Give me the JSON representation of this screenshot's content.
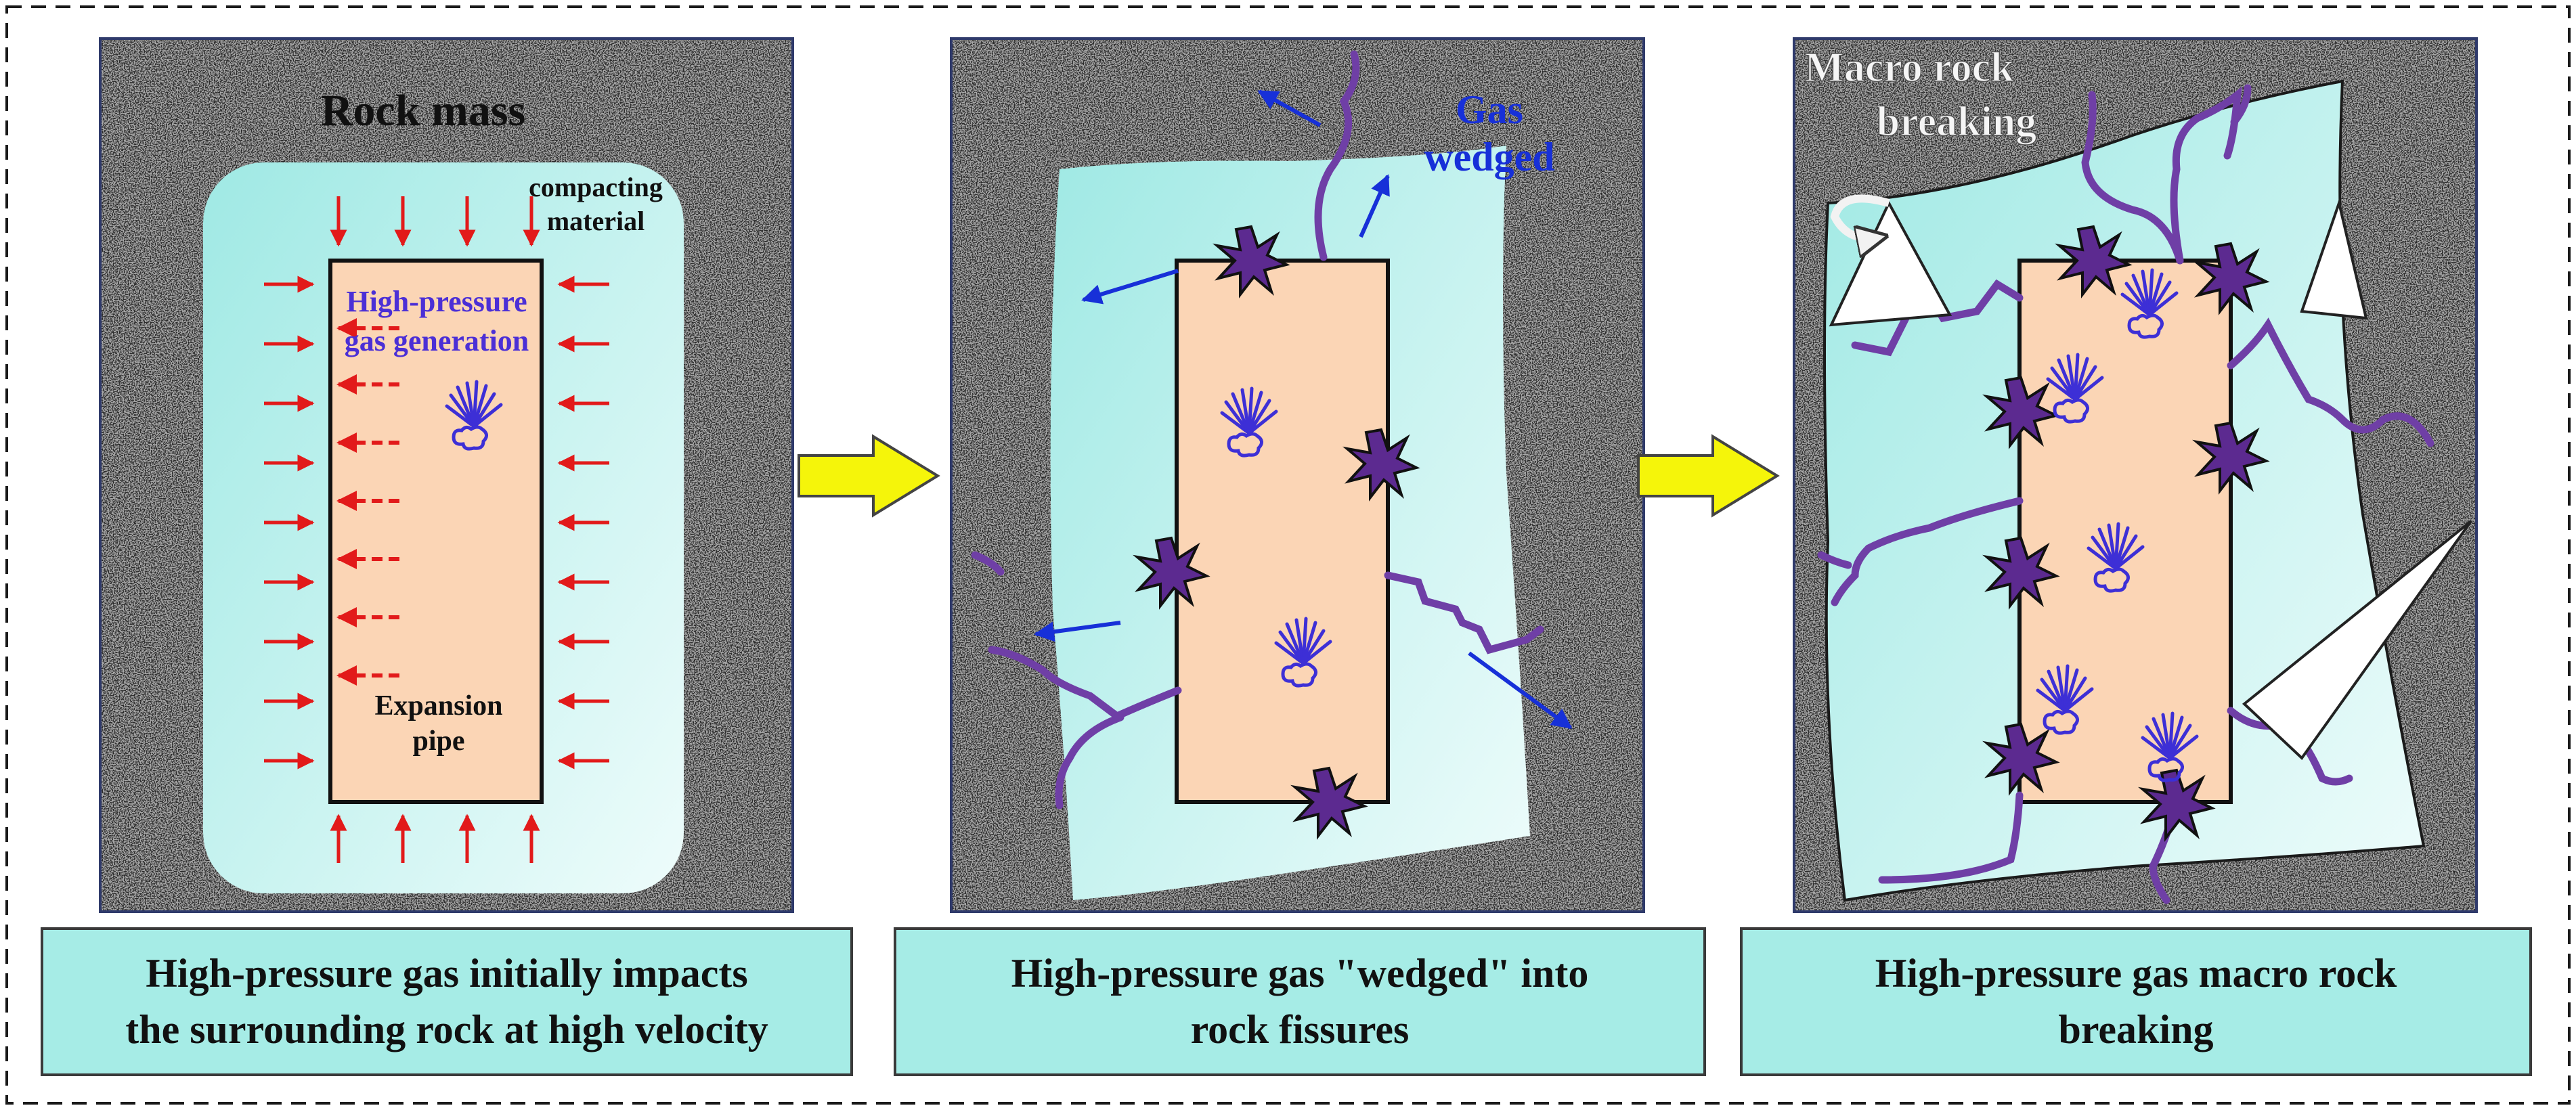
{
  "panels": [
    {
      "id": "panel-1",
      "labels": {
        "rock_mass": "Rock mass",
        "compacting_line1": "compacting",
        "compacting_line2": "material",
        "gas_line1": "High-pressure",
        "gas_line2": "gas generation",
        "pipe_line1": "Expansion",
        "pipe_line2": "pipe"
      },
      "caption_lines": [
        "High-pressure gas initially impacts",
        "the surrounding rock at high velocity"
      ]
    },
    {
      "id": "panel-2",
      "labels": {
        "gas_line1": "Gas",
        "gas_line2": "wedged"
      },
      "caption_lines": [
        "High-pressure gas \"wedged\" into",
        "rock fissures"
      ]
    },
    {
      "id": "panel-3",
      "labels": {
        "macro_line1": "Macro rock",
        "macro_line2": "breaking"
      },
      "caption_lines": [
        "High-pressure gas macro rock",
        "breaking"
      ]
    }
  ],
  "colors": {
    "rock_grey": "#8c8c8c",
    "compacting_cyan": "#b5eeea",
    "pipe_peach": "#fbd5b5",
    "force_arrow_red": "#e21a1a",
    "gas_text_blue": "#4b2fd6",
    "gas_arrow_blue": "#1730d8",
    "crack_purple": "#6f3fa6",
    "burst_purple": "#5c2a90",
    "flow_arrow_yellow": "#f5f50a",
    "caption_cyan": "#a6ece6"
  },
  "icons": [
    "gas-burst-icon",
    "explosion-star-icon",
    "flow-arrow-icon",
    "rock-fragment-icon"
  ]
}
